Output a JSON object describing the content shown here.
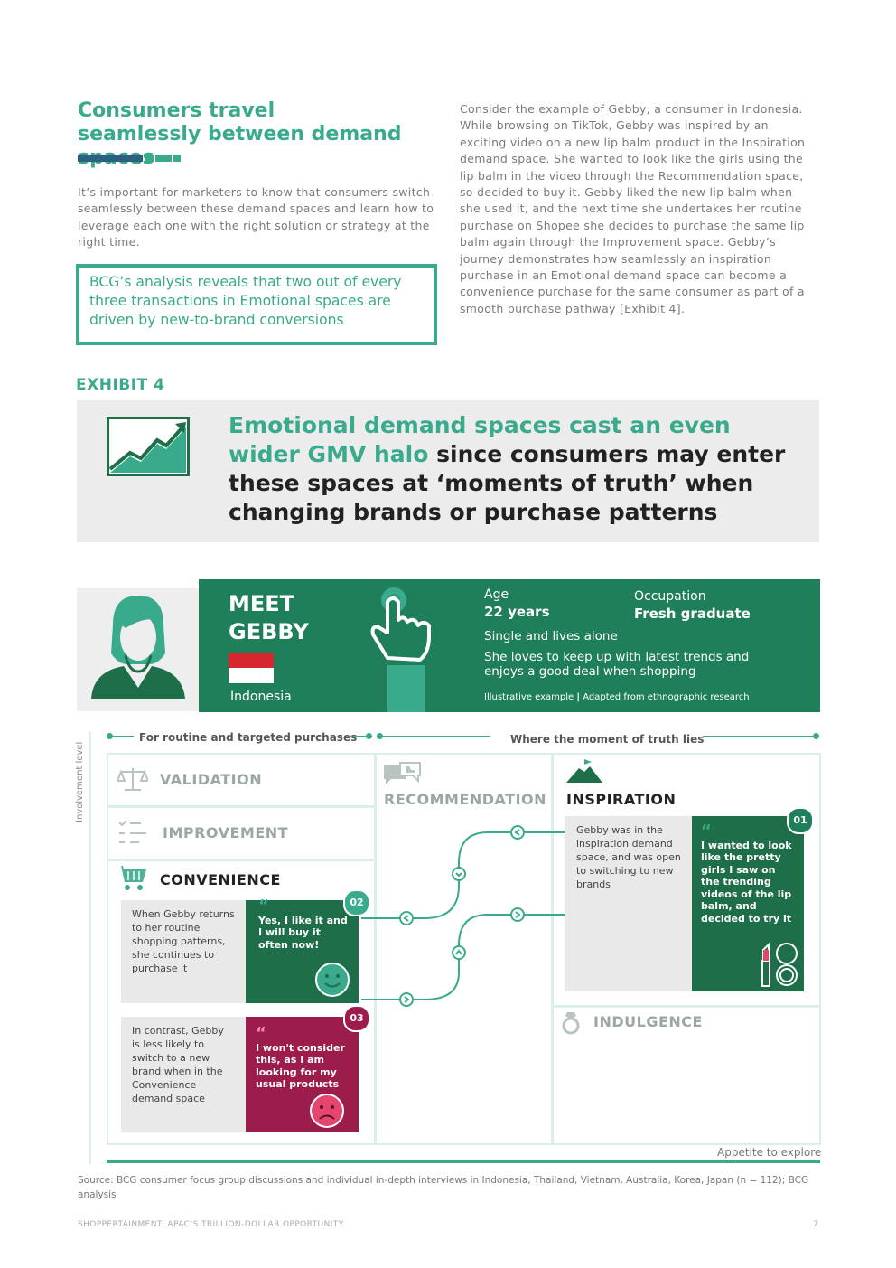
{
  "intro": {
    "title": "Consumers travel seamlessly between demand spaces",
    "paragraph": "It’s important for marketers to know that consumers switch seamlessly between these demand spaces and learn how to leverage each one with the right solution or strategy at the right time.",
    "callout": "BCG’s analysis reveals that two out of every three transactions in Emotional spaces are driven by new-to-brand conversions",
    "right_paragraph": "Consider the example of Gebby, a consumer in Indonesia. While browsing on TikTok, Gebby was inspired by an exciting video on a new lip balm product in the Inspiration demand space. She wanted to look like the girls using the lip balm in the video through the Recommendation space, so decided to buy it. Gebby liked the new lip balm when she used it, and the next time she undertakes her routine purchase on Shopee she decides to purchase the same lip balm again through the Improvement space. Gebby’s journey demonstrates how seamlessly an inspiration purchase in an Emotional demand space can become a convenience purchase for the same consumer as part of a smooth purchase pathway [Exhibit 4]."
  },
  "exhibit": {
    "label": "EXHIBIT 4",
    "headline_green": "Emotional demand spaces cast an even wider GMV halo",
    "headline_dark": " since consumers may enter these spaces at ‘moments of truth’ when changing brands or purchase patterns"
  },
  "persona": {
    "meet_line1": "MEET",
    "meet_line2": "GEBBY",
    "country": "Indonesia",
    "age_label": "Age",
    "age_value": "22 years",
    "occupation_label": "Occupation",
    "occupation_value": "Fresh graduate",
    "status": "Single and lives alone",
    "description": "She loves to keep up with latest trends and enjoys a good deal when shopping",
    "note_left": "Illustrative example",
    "note_right": "Adapted from ethnographic research",
    "colors": {
      "panel": "#1e7f58",
      "accent": "#3aaa8c"
    }
  },
  "matrix": {
    "y_axis": "Involvement level",
    "x_axis": "Appetite to explore",
    "routine_label": "For routine and targeted purchases",
    "truth_label": "Where the moment of truth lies",
    "spaces": {
      "validation": "VALIDATION",
      "improvement": "IMPROVEMENT",
      "convenience": "CONVENIENCE",
      "recommendation": "RECOMMENDATION",
      "inspiration": "INSPIRATION",
      "indulgence": "INDULGENCE"
    },
    "quotes": [
      {
        "num": "01",
        "context": "Gebby was in the inspiration demand space, and was open to switching to new brands",
        "quote": "I wanted to look like the pretty girls I saw on the trending videos of the lip balm, and decided to try it"
      },
      {
        "num": "02",
        "context": "When Gebby returns to her routine shopping patterns, she continues to purchase it",
        "quote": "Yes, I like it and I will buy it often now!"
      },
      {
        "num": "03",
        "context": "In contrast, Gebby is less likely to switch to a new brand when in the Convenience demand space",
        "quote": "I won't consider this, as I am looking for my usual products"
      }
    ]
  },
  "source": "Source: BCG consumer focus group discussions and individual in-depth interviews in Indonesia, Thailand, Vietnam, Australia, Korea, Japan (n = 112); BCG analysis",
  "footer": {
    "publication": "SHOPPERTAINMENT: APAC’S TRILLION-DOLLAR OPPORTUNITY",
    "page": "7"
  }
}
